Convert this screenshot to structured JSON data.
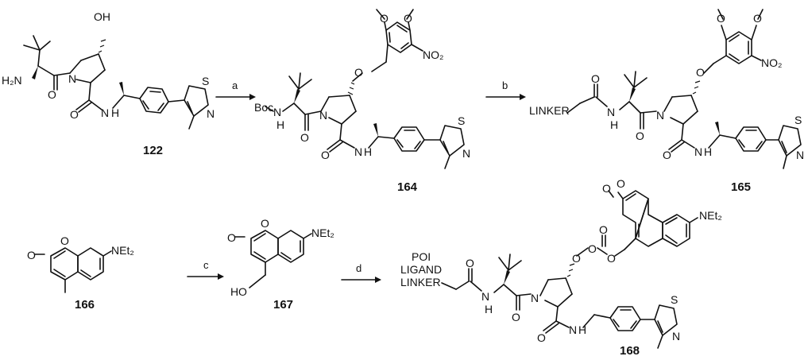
{
  "steps": [
    "a",
    "b",
    "c",
    "d"
  ],
  "compounds": {
    "c122": "122",
    "c164": "164",
    "c165": "165",
    "c166": "166",
    "c167": "167",
    "c168": "168"
  },
  "atoms": {
    "OH": "OH",
    "H2N": "H₂N",
    "N": "N",
    "O": "O",
    "H": "H",
    "S": "S",
    "Boc": "Boc",
    "NO2": "NO₂",
    "NEt2": "NEt₂",
    "LINKER": "LINKER",
    "POI": "POI",
    "LIGAND": "LIGAND"
  },
  "icons": [
    "reaction-arrow-icon"
  ]
}
